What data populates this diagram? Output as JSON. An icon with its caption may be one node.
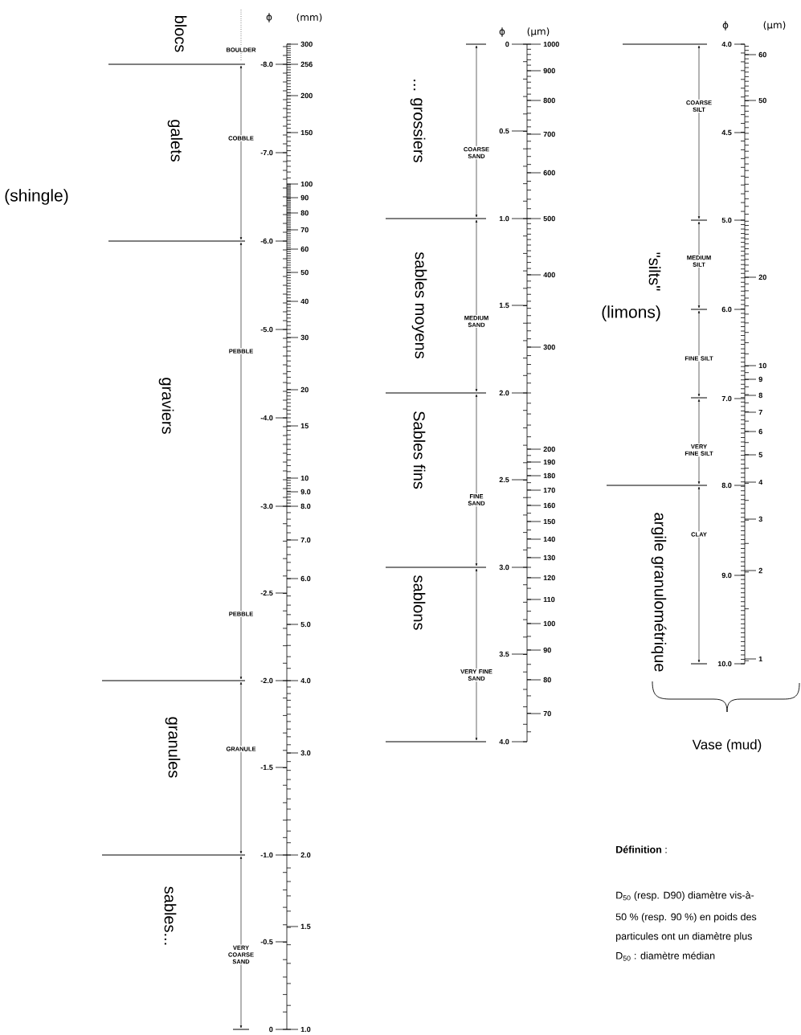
{
  "diagram": {
    "labels": [
      "blocs",
      "ϕ",
      "(mm)",
      "BOULDER",
      "galets",
      "COBBLE",
      "(shingle)",
      "PEBBLE",
      "graviers",
      "PEBBLE",
      "granules",
      "GRANULE",
      "sables...",
      "VERY COARSE SAND",
      "-8.0",
      "-7.0",
      "-6.0",
      "-5.0",
      "-4.0",
      "-3.0",
      "-2.5",
      "-2.0",
      "-1.5",
      "-1.0",
      "-0.5",
      "0",
      "300",
      "256",
      "200",
      "150",
      "100",
      "90",
      "80",
      "70",
      "60",
      "50",
      "40",
      "30",
      "20",
      "15",
      "10",
      "9.0",
      "8.0",
      "7.0",
      "6.0",
      "5.0",
      "4.0",
      "3.0",
      "2.0",
      "1.5",
      "1.0",
      "... grossiers",
      "ϕ",
      "(µm)",
      "COARSE SAND",
      "sables moyens",
      "MEDIUM SAND",
      "Sables fins",
      "FINE SAND",
      "sablons",
      "VERY FINE SAND",
      "0",
      "0.5",
      "1.0",
      "1.5",
      "2.0",
      "2.5",
      "3.0",
      "3.5",
      "4.0",
      "1000",
      "900",
      "800",
      "700",
      "600",
      "500",
      "400",
      "300",
      "200",
      "190",
      "180",
      "170",
      "160",
      "150",
      "140",
      "130",
      "120",
      "110",
      "100",
      "90",
      "80",
      "70",
      "ϕ",
      "(µm)",
      "COARSE SILT",
      "\"silts\"",
      "MEDIUM SILT",
      "(limons)",
      "FINE SILT",
      "VERY FINE SILT",
      "argile granulométrique",
      "CLAY",
      "4.0",
      "4.5",
      "5.0",
      "6.0",
      "7.0",
      "8.0",
      "9.0",
      "10.0",
      "60",
      "50",
      "20",
      "10",
      "9",
      "8",
      "7",
      "6",
      "5",
      "4",
      "3",
      "2",
      "1",
      "Vase (mud)",
      "**Définition** :",
      "D$_{50}$ (resp. D90) diamètre vis-à-",
      "50 % (resp. 90 %) en poids des",
      "particules ont un diamètre plus",
      "D$_{50}$ : diamètre médian"
    ]
  }
}
